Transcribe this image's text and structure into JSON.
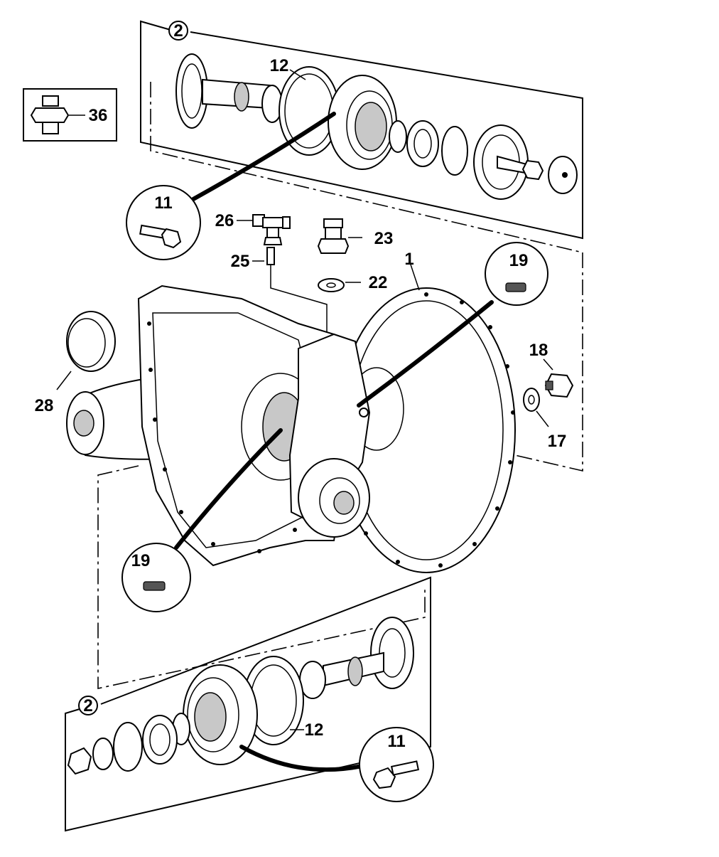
{
  "callouts": {
    "upper_group": "2",
    "lower_group": "2",
    "gasket_upper": "12",
    "gasket_lower": "12",
    "union_fitting": "36",
    "bolt_upper": "11",
    "bolt_lower": "11",
    "tee_fitting": "26",
    "nipple": "25",
    "breather_plug": "23",
    "washer_22": "22",
    "housing": "1",
    "stud_upper": "19",
    "stud_lower": "19",
    "drain_plug": "18",
    "washer_17": "17",
    "cover_cap": "28"
  }
}
